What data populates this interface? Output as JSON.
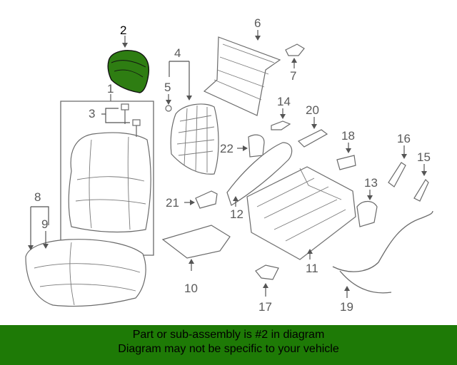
{
  "diagram": {
    "highlight_color": "#2e7d12",
    "callouts": [
      "1",
      "2",
      "3",
      "4",
      "5",
      "6",
      "7",
      "8",
      "9",
      "10",
      "11",
      "12",
      "13",
      "14",
      "15",
      "16",
      "17",
      "18",
      "19",
      "20",
      "21",
      "22"
    ],
    "highlighted_callout": "2"
  },
  "banner": {
    "background": "#1e7a06",
    "line1": "Part or sub-assembly is #2 in diagram",
    "line2": "Diagram may not be specific to your vehicle"
  }
}
